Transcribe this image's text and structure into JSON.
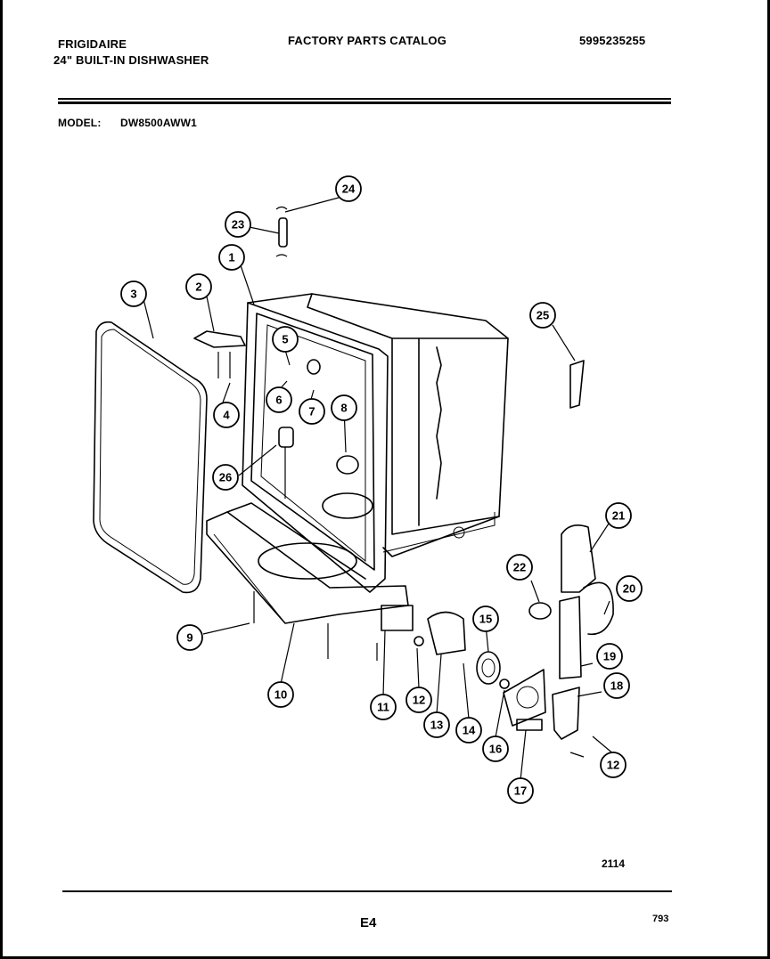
{
  "header": {
    "brand": "FRIGIDAIRE",
    "product": "24\" BUILT-IN DISHWASHER",
    "catalog_title": "FACTORY PARTS CATALOG",
    "part_number": "5995235255"
  },
  "model": {
    "label": "MODEL:",
    "value": "DW8500AWW1"
  },
  "callouts": [
    "1",
    "2",
    "3",
    "4",
    "5",
    "6",
    "7",
    "8",
    "9",
    "10",
    "11",
    "12",
    "13",
    "14",
    "15",
    "16",
    "17",
    "18",
    "19",
    "20",
    "21",
    "22",
    "23",
    "24",
    "25",
    "26"
  ],
  "footer": {
    "diagram_code": "2114",
    "page_code": "E4",
    "date_code": "793"
  }
}
